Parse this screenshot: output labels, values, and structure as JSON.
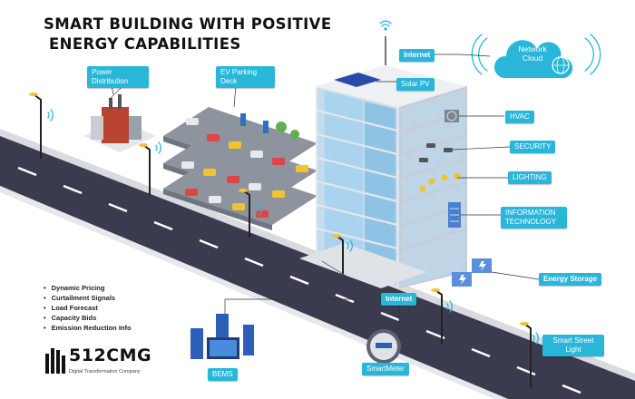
{
  "title": {
    "line1": "SMART BUILDING WITH POSITIVE",
    "line2": "ENERGY CAPABILITIES"
  },
  "labels": {
    "internet_top": "Internet",
    "solar": "Solar PV",
    "network_cloud": "Network Cloud",
    "power": "Power Distribution",
    "ev": "EV Parking Deck",
    "hvac": "HVAC",
    "security": "SECURITY",
    "lighting": "LIGHTING",
    "it": "INFORMATION TECHNOLOGY",
    "energy_storage": "Energy Storage",
    "internet_bottom": "Internet",
    "street_light": "Smart Street Light",
    "smartmeter": "SmartMeter",
    "bems": "BEMS"
  },
  "bullets": [
    "Dynamic Pricing",
    "Curtailment Signals",
    "Load Forecast",
    "Capacity Bids",
    "Emission Reduction Info"
  ],
  "logo": {
    "name": "512CMG",
    "subtitle": "Digital Transformation Company"
  },
  "colors": {
    "tag": "#29b6d8",
    "road": "#3a3b4f",
    "road_mark": "#ffffff",
    "building_glass": "#a9d3ee",
    "building_frame": "#e3e6ea",
    "cloud": "#29b6d8",
    "solar": "#2b4aa8"
  },
  "icons": [
    "wifi-icon",
    "hvac-fan-icon",
    "security-camera-icon",
    "light-bulb-icon",
    "server-icon",
    "battery-icon",
    "street-light-icon",
    "smart-meter-icon",
    "globe-icon",
    "bems-monitor-icon"
  ]
}
